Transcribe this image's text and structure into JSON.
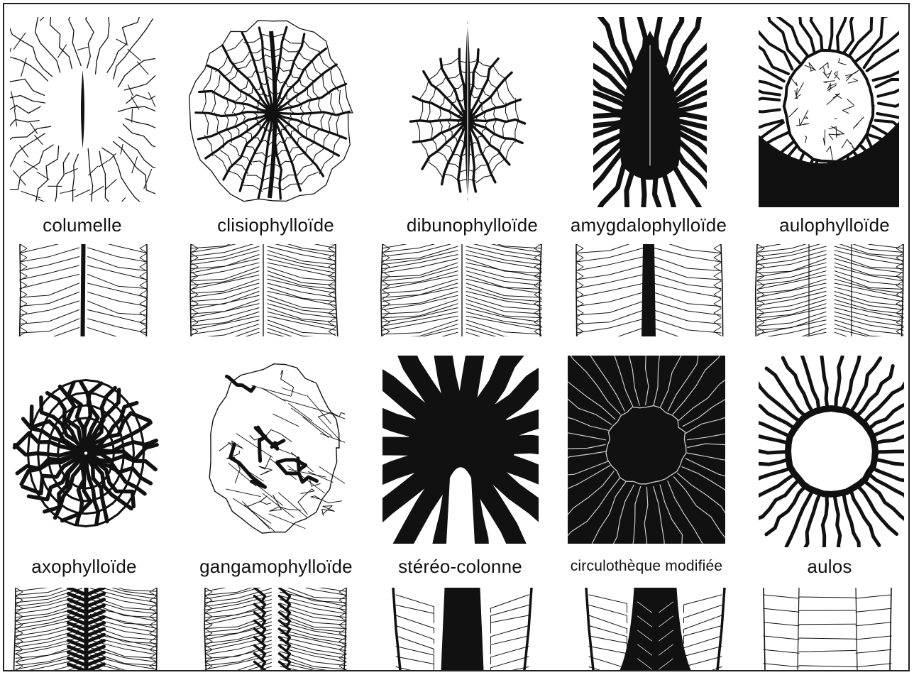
{
  "figure": {
    "rows": [
      {
        "items": [
          {
            "label": "columelle",
            "style": "columelle"
          },
          {
            "label": "clisiophylloïde",
            "style": "clisio"
          },
          {
            "label": "dibunophylloïde",
            "style": "dibuno"
          },
          {
            "label": "amygdalophylloïde",
            "style": "amygdalo"
          },
          {
            "label": "aulophylloïde",
            "style": "aulo"
          }
        ]
      },
      {
        "items": [
          {
            "label": "axophylloïde",
            "style": "axo"
          },
          {
            "label": "gangamophylloïde",
            "style": "ganga"
          },
          {
            "label": "stéréo-colonne",
            "style": "stereo"
          },
          {
            "label": "circulothèque modifiée",
            "style": "circulo"
          },
          {
            "label": "aulos",
            "style": "aulos"
          }
        ]
      }
    ]
  },
  "colors": {
    "ink": "#111111",
    "paper": "#ffffff",
    "border": "#222222"
  }
}
